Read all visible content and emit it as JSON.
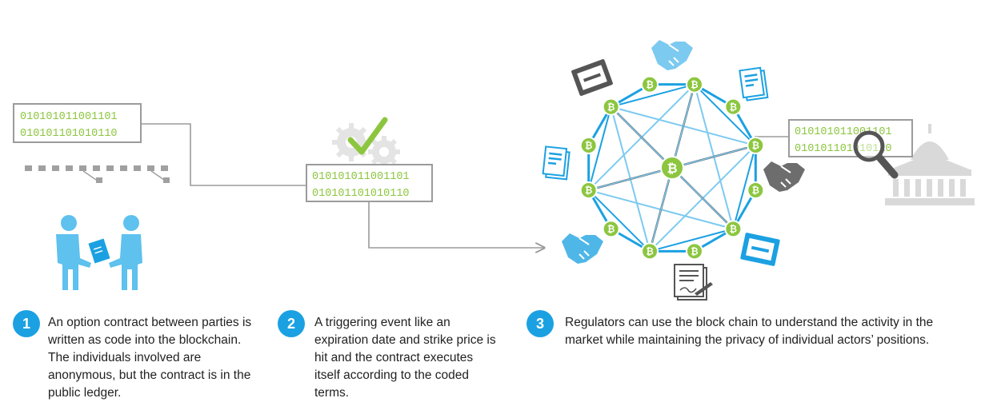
{
  "colors": {
    "blue": "#1ba1e2",
    "light_blue": "#7ccaf0",
    "green": "#8cc63f",
    "gray": "#9b9b9b",
    "dark": "#555555"
  },
  "code_block": {
    "line1": "010101011001101",
    "line2": "010101101010110"
  },
  "steps": [
    {
      "number": "1",
      "text": "An option contract between parties is written as code into the blockchain. The individuals involved are anonymous, but the contract is in the public ledger."
    },
    {
      "number": "2",
      "text": "A triggering event like an expiration date and strike price is hit and the contract executes itself according to the coded terms."
    },
    {
      "number": "3",
      "text": "Regulators can use the block chain to understand the activity in the market while maintaining the privacy of individual actors’ positions."
    }
  ],
  "coin_symbol": "₿",
  "icons": [
    "people-exchanging-document-icon",
    "gears-checkmark-icon",
    "handshake-icon",
    "certificate-icon",
    "document-icon",
    "signed-document-icon",
    "magnifier-icon",
    "government-building-icon",
    "bitcoin-icon"
  ]
}
